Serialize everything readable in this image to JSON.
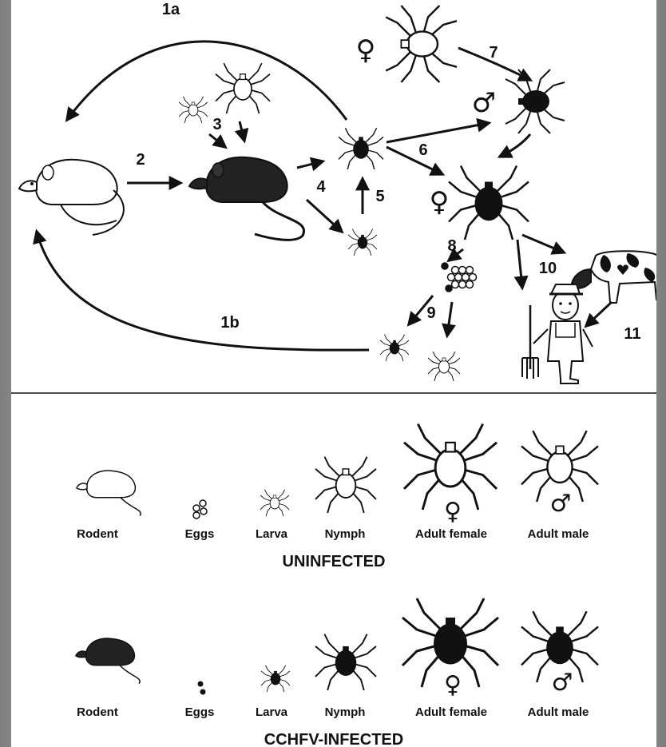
{
  "cycle": {
    "steps": [
      "1a",
      "1b",
      "2",
      "3",
      "4",
      "5",
      "6",
      "7",
      "8",
      "9",
      "10",
      "11"
    ]
  },
  "symbols": {
    "female": "♀",
    "male": "♂"
  },
  "legend": {
    "labels": [
      "Rodent",
      "Eggs",
      "Larva",
      "Nymph",
      "Adult female",
      "Adult male"
    ],
    "uninfected_title": "UNINFECTED",
    "infected_title": "CCHFV-INFECTED"
  },
  "colors": {
    "infected": "#111111",
    "uninfected": "#ffffff",
    "line": "#111111"
  }
}
